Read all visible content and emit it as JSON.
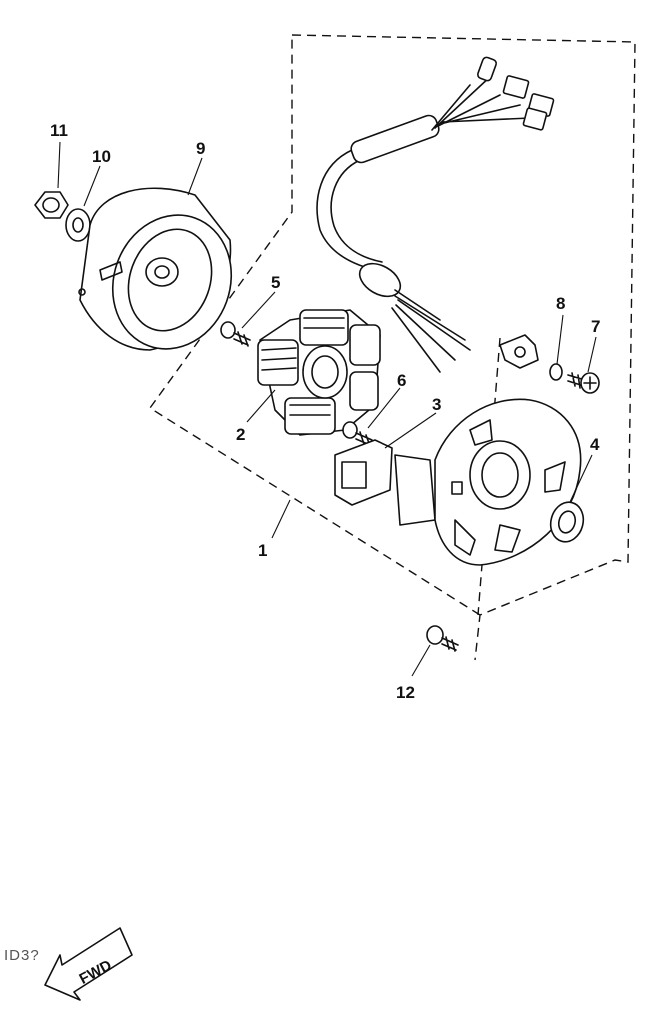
{
  "diagram": {
    "callouts": [
      "1",
      "2",
      "3",
      "4",
      "5",
      "6",
      "7",
      "8",
      "9",
      "10",
      "11",
      "12"
    ],
    "direction_label": "FWD",
    "corner_code": "ID3?"
  }
}
